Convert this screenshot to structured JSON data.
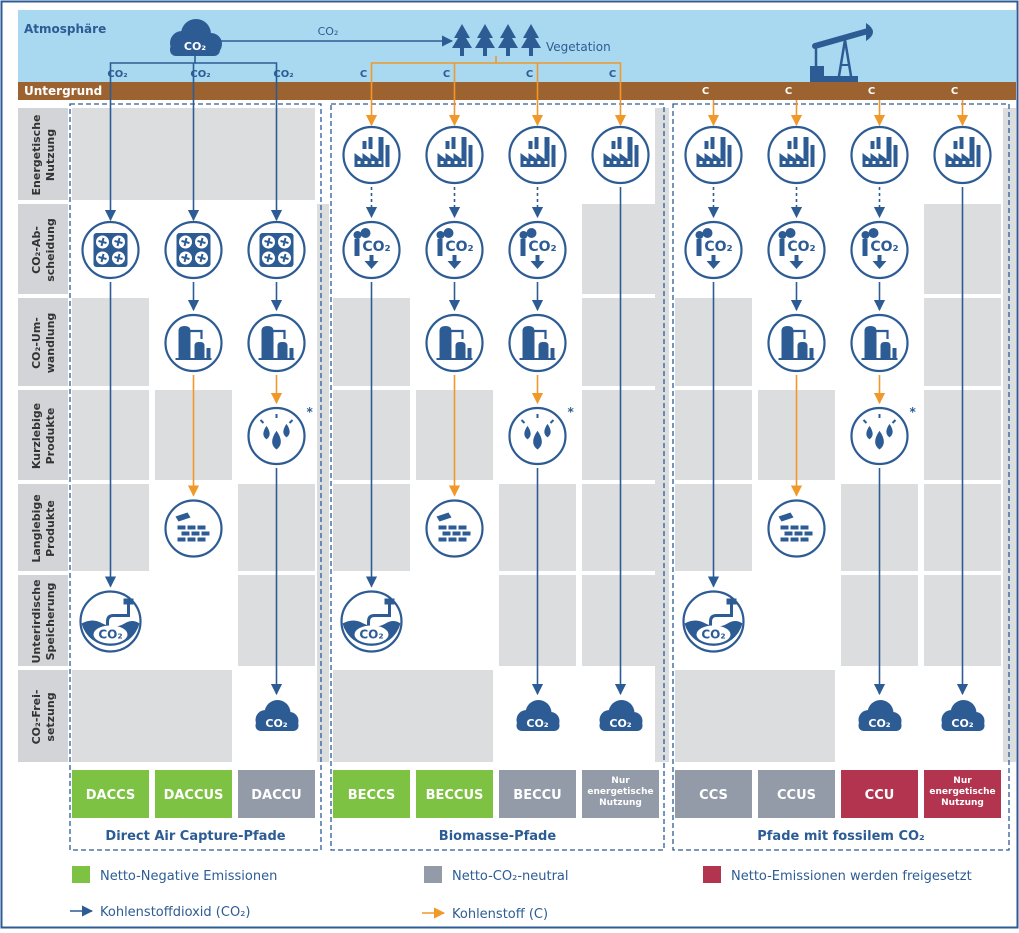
{
  "top": {
    "atmosphere_label": "Atmosphäre",
    "ground_label": "Untergrund",
    "vegetation_label": "Vegetation",
    "co2_arrow_label": "CO₂",
    "co2_cloud_label": "CO₂",
    "co2_drop_labels": [
      "CO₂",
      "CO₂",
      "CO₂"
    ],
    "c_drop_label": "C"
  },
  "rows": [
    "Energetische Nutzung",
    "CO₂-Ab-scheidung",
    "CO₂-Um-wandlung",
    "Kurzlebige Produkte",
    "Langlebige Produkte",
    "Unterirdische Speicherung",
    "CO₂-Frei-setzung"
  ],
  "rows_display": [
    [
      "Energetische",
      "Nutzung"
    ],
    [
      "CO₂-Ab-",
      "scheidung"
    ],
    [
      "CO₂-Um-",
      "wandlung"
    ],
    [
      "Kurzlebige",
      "Produkte"
    ],
    [
      "Langlebige",
      "Produkte"
    ],
    [
      "Unterirdische",
      "Speicherung"
    ],
    [
      "CO₂-Frei-",
      "setzung"
    ]
  ],
  "icons": {
    "co2_symbol": "CO₂",
    "release_symbol": "CO₂",
    "storage_symbol": "CO₂",
    "product_star": "*"
  },
  "groups": [
    {
      "title": "Direct Air Capture-Pfade"
    },
    {
      "title": "Biomasse-Pfade"
    },
    {
      "title": "Pfade mit fossilem CO₂"
    }
  ],
  "paths": [
    {
      "label": "DACCS",
      "category": "negative",
      "source": "air",
      "cells": [
        "none",
        "capture",
        "empty",
        "empty",
        "empty",
        "storage",
        "none"
      ]
    },
    {
      "label": "DACCUS",
      "category": "negative",
      "source": "air",
      "cells": [
        "none",
        "capture",
        "convert",
        "empty",
        "long",
        "none",
        "empty"
      ]
    },
    {
      "label": "DACCU",
      "category": "neutral",
      "source": "air",
      "cells": [
        "none",
        "capture",
        "convert",
        "short",
        "empty",
        "empty",
        "release"
      ]
    },
    {
      "label": "BECCS",
      "category": "negative",
      "source": "bio",
      "cells": [
        "energy",
        "capture",
        "empty",
        "empty",
        "empty",
        "storage",
        "none"
      ]
    },
    {
      "label": "BECCUS",
      "category": "negative",
      "source": "bio",
      "cells": [
        "energy",
        "capture",
        "convert",
        "empty",
        "long",
        "none",
        "none"
      ]
    },
    {
      "label": "BECCU",
      "category": "neutral",
      "source": "bio",
      "cells": [
        "energy",
        "capture",
        "convert",
        "short",
        "empty",
        "empty",
        "release"
      ]
    },
    {
      "label": "Nur energetische Nutzung",
      "category": "neutral",
      "source": "bio",
      "cells": [
        "energy",
        "empty",
        "empty",
        "empty",
        "empty",
        "empty",
        "release"
      ]
    },
    {
      "label": "CCS",
      "category": "neutral",
      "source": "fossil",
      "cells": [
        "energy",
        "capture",
        "empty",
        "empty",
        "empty",
        "storage",
        "none"
      ]
    },
    {
      "label": "CCUS",
      "category": "neutral",
      "source": "fossil",
      "cells": [
        "energy",
        "capture",
        "convert",
        "empty",
        "long",
        "none",
        "none"
      ]
    },
    {
      "label": "CCU",
      "category": "emission",
      "source": "fossil",
      "cells": [
        "energy",
        "capture",
        "convert",
        "short",
        "empty",
        "empty",
        "release"
      ]
    },
    {
      "label": "Nur energetische Nutzung",
      "category": "emission",
      "source": "fossil",
      "cells": [
        "energy",
        "empty",
        "empty",
        "empty",
        "empty",
        "empty",
        "release"
      ]
    }
  ],
  "label_lines": {
    "Nur energetische Nutzung": [
      "Nur",
      "energetische",
      "Nutzung"
    ]
  },
  "legend": {
    "negative": "Netto-Negative Emissionen",
    "neutral": "Netto-CO₂-neutral",
    "emission": "Netto-Emissionen werden freigesetzt",
    "co2_arrow": "Kohlenstoffdioxid (CO₂)",
    "c_arrow": "Kohlenstoff (C)"
  },
  "colors": {
    "negative": "#7dc242",
    "neutral": "#939aa8",
    "emission": "#b2344f",
    "co2_arrow": "#2d5c94",
    "c_arrow": "#f0982a",
    "icon": "#2d5c94",
    "sky": "#a9d9f0",
    "ground": "#9c6230",
    "cell_gray": "#dcdddf",
    "row_header": "#d2d4d7"
  }
}
